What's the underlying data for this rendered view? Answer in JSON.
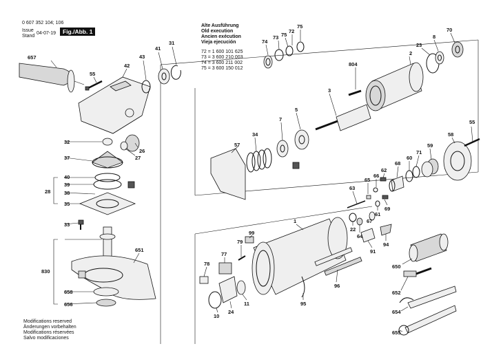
{
  "header": {
    "doc_number": "0 607 352 104; 106",
    "issue_label": "Issue",
    "stand_label": "Stand",
    "date": "04-07-19",
    "figure_label": "Fig./Abb. 1"
  },
  "execution_note": {
    "lines": [
      "Alte Ausführung",
      "Old execution",
      "Ancien exécution",
      "Vieja ejecución"
    ],
    "parts": [
      "72 = 1 600 101 625",
      "73 = 3 600 210 003",
      "74 = 3 600 211 002",
      "75 = 3 600 150 012"
    ]
  },
  "footer": {
    "lines": [
      "Modifications reserved",
      "Änderungen vorbehalten",
      "Modifications réservées",
      "Salvo modificaciones"
    ]
  },
  "callouts": {
    "c657": "657",
    "c55a": "55",
    "c42": "42",
    "c43": "43",
    "c41": "41",
    "c31": "31",
    "c74": "74",
    "c73": "73",
    "c75a": "75",
    "c72": "72",
    "c75b": "75",
    "c2": "2",
    "c23": "23",
    "c8": "8",
    "c70": "70",
    "c804": "804",
    "c3": "3",
    "c5": "5",
    "c7": "7",
    "c34": "34",
    "c57": "57",
    "c32": "32",
    "c26": "26",
    "c27": "27",
    "c37": "37",
    "c28": "28",
    "c40": "40",
    "c39": "39",
    "c38": "38",
    "c35": "35",
    "c33": "33",
    "c58": "58",
    "c55b": "55",
    "c59": "59",
    "c71": "71",
    "c60": "60",
    "c68": "68",
    "c62": "62",
    "c66": "66",
    "c65": "65",
    "c63": "63",
    "c69": "69",
    "c61": "61",
    "c67": "67",
    "c22": "22",
    "c64": "64",
    "c1": "1",
    "c99": "99",
    "c79": "79",
    "c651": "651",
    "c830": "830",
    "c78": "78",
    "c77": "77",
    "c658": "658",
    "c656": "656",
    "c91": "91",
    "c94": "94",
    "c650": "650",
    "c96": "96",
    "c95": "95",
    "c11": "11",
    "c24": "24",
    "c10": "10",
    "c652": "652",
    "c654": "654",
    "c655": "655"
  }
}
